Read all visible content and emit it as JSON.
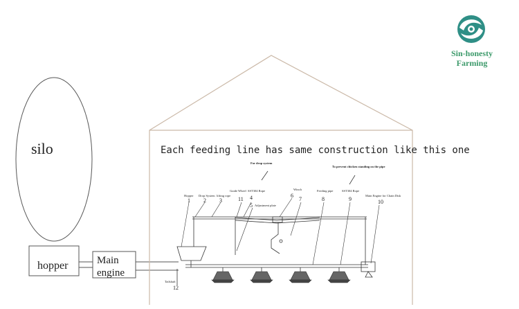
{
  "brand": {
    "line1": "Sin-honesty",
    "line2": "Farming",
    "color": "#3d9a6b",
    "icon": "swirl-logo-icon"
  },
  "silo": {
    "label": "silo"
  },
  "hopper_box": {
    "label": "hopper"
  },
  "main_engine_box": {
    "line1": "Main",
    "line2": "engine"
  },
  "caption": "Each feeding line has same construction like this one",
  "notes": {
    "drop_system": "For drop system",
    "prevent_chicken": "To prevent chicken standing on the pipe"
  },
  "parts": [
    {
      "num": "1",
      "label": "Hopper"
    },
    {
      "num": "2",
      "label": "Drop System"
    },
    {
      "num": "3",
      "label": "lifting rope"
    },
    {
      "num": "11",
      "label": "Guide Wheel"
    },
    {
      "num": "4",
      "label": "SST304 Rope"
    },
    {
      "num": "5",
      "label": "Adjustment plate"
    },
    {
      "num": "6",
      "label": "Winch"
    },
    {
      "num": "7",
      "label": ""
    },
    {
      "num": "8",
      "label": "Feeding pipe"
    },
    {
      "num": "9",
      "label": "SST304 Rope"
    },
    {
      "num": "10",
      "label": "Main Engine for Chain Disk"
    },
    {
      "num": "12",
      "label": "Tailshaft"
    }
  ]
}
